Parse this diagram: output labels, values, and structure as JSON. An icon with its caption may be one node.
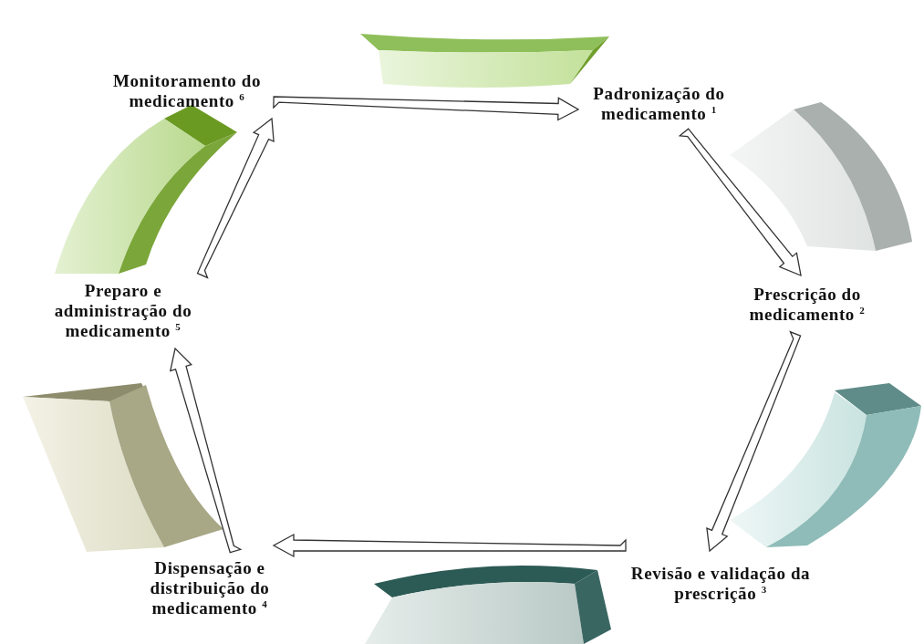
{
  "diagram": {
    "nodes": [
      {
        "text": [
          "Padronização do medicamento $^{1}$"
        ]
      },
      {
        "text": [
          "Prescrição do medicamento $^{2}$"
        ]
      },
      {
        "text": [
          "Revisão e validação da prescrição $^{3}$"
        ]
      },
      {
        "text": [
          "Dispensação e distribuição do medicamento $^{4}$"
        ]
      },
      {
        "text": [
          "Preparo e administração do medicamento $^{5}$"
        ]
      },
      {
        "text": [
          "Monitoramento do medicamento $^{6}$"
        ]
      }
    ],
    "edges": [
      {
        "from": 5,
        "to": 0,
        "arrow": "to"
      },
      {
        "from": 0,
        "to": 1,
        "arrow": "to"
      },
      {
        "from": 1,
        "to": 2,
        "arrow": "to"
      },
      {
        "from": 2,
        "to": 3,
        "arrow": "to"
      },
      {
        "from": 3,
        "to": 4,
        "arrow": "to"
      },
      {
        "from": 4,
        "to": 5,
        "arrow": "to"
      }
    ]
  }
}
